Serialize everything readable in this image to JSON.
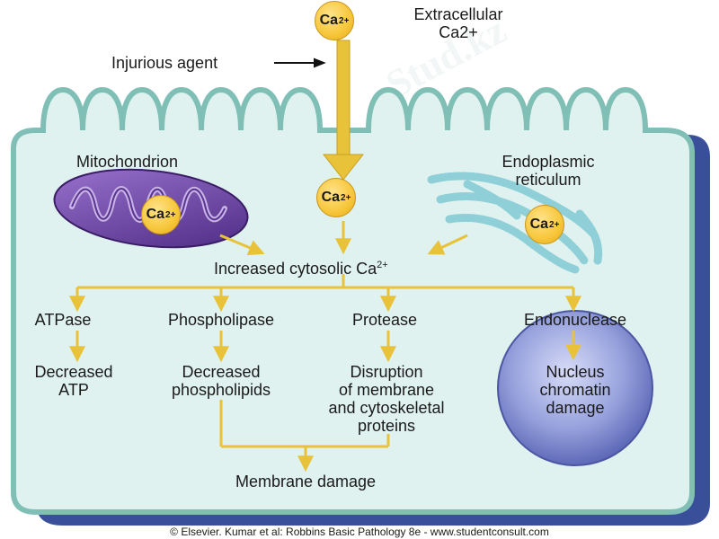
{
  "labels": {
    "extracellular": [
      "Extracellular",
      "Ca2+"
    ],
    "injurious_agent": "Injurious agent",
    "mitochondrion": "Mitochondrion",
    "endoplasmic_reticulum": [
      "Endoplasmic",
      "reticulum"
    ],
    "increased_cytosolic": "Increased cytosolic Ca",
    "increased_cytosolic_sup": "2+",
    "atpase": "ATPase",
    "phospholipase": "Phospholipase",
    "protease": "Protease",
    "endonuclease": "Endonuclease",
    "decreased_atp": [
      "Decreased",
      "ATP"
    ],
    "decreased_phospholipids": [
      "Decreased",
      "phospholipids"
    ],
    "disruption": [
      "Disruption",
      "of membrane",
      "and cytoskeletal",
      "proteins"
    ],
    "nucleus": [
      "Nucleus",
      "chromatin",
      "damage"
    ],
    "membrane_damage": "Membrane damage",
    "ca_base": "Ca",
    "ca_sup": "2+"
  },
  "footer": "© Elsevier. Kumar et al: Robbins Basic Pathology 8e - www.studentconsult.com",
  "watermark": "Stud.kz",
  "colors": {
    "cell_fill": "#dff2ef",
    "cell_border": "#7fbfb5",
    "cell_shadow": "#3a4f9a",
    "arrow": "#e8c33a",
    "ca_fill": "#f7c63a",
    "mito": "#6a3fa0",
    "er": "#8fcfd8",
    "nucleus": "#7b87cf"
  }
}
